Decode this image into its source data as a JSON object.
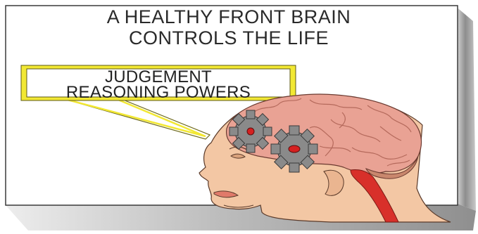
{
  "slide": {
    "title_line1": "A HEALTHY FRONT BRAIN",
    "title_line2": "CONTROLS THE LIFE"
  },
  "callout": {
    "line1": "JUDGEMENT",
    "line2": "REASONING POWERS"
  },
  "colors": {
    "callout_border": "#f2e833",
    "brain": "#e9a294",
    "skin": "#f3c7a4",
    "gear": "#8a8a8a",
    "gear_center": "#d52020",
    "spinal_cord": "#d8302a",
    "frame_shadow": "#9a9a9a"
  }
}
